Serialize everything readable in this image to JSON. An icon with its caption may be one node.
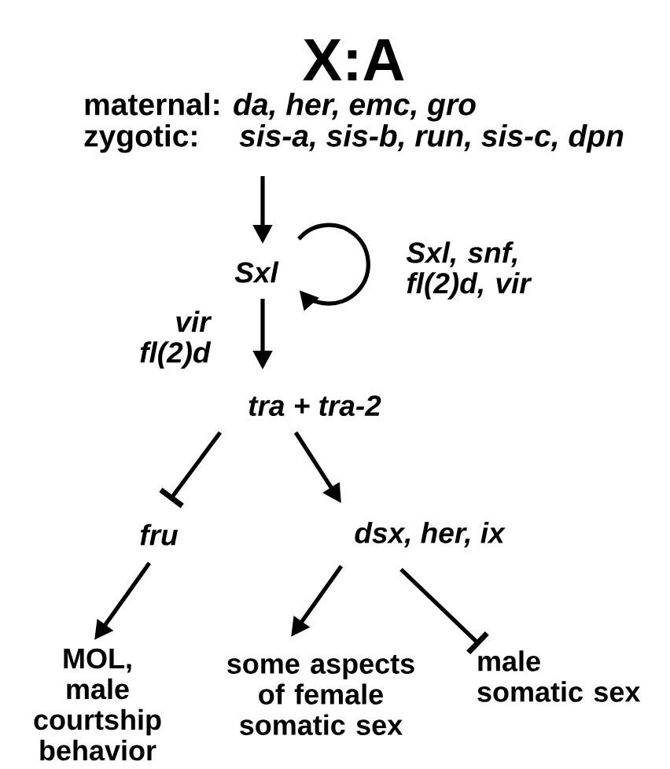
{
  "diagram": {
    "nodes": [
      {
        "text": [
          "X:A",
          "maternal:",
          "da, her, emc, gro",
          "zygotic:",
          "sis-a, sis-b, run, sis-c, dpn"
        ]
      },
      {
        "text": [
          "Sxl"
        ]
      },
      {
        "text": [
          "tra + tra-2"
        ]
      },
      {
        "text": [
          "fru"
        ]
      },
      {
        "text": [
          "dsx, her, ix"
        ]
      },
      {
        "text": [
          "MOL, male courtship behavior"
        ]
      },
      {
        "text": [
          "some aspects of female somatic sex"
        ]
      },
      {
        "text": [
          "male somatic sex"
        ]
      }
    ],
    "edges": [
      {
        "from": 0,
        "to": 1,
        "arrow": "to"
      },
      {
        "from": 1,
        "to": 1,
        "arrow": "to",
        "label": "Sxl, snf, fl(2)d, vir"
      },
      {
        "from": 1,
        "to": 2,
        "arrow": "to",
        "label": "vir fl(2)d"
      },
      {
        "from": 2,
        "to": 3,
        "arrow": "other"
      },
      {
        "from": 2,
        "to": 4,
        "arrow": "to"
      },
      {
        "from": 3,
        "to": 5,
        "arrow": "to"
      },
      {
        "from": 4,
        "to": 6,
        "arrow": "to"
      },
      {
        "from": 4,
        "to": 7,
        "arrow": "other"
      }
    ]
  }
}
